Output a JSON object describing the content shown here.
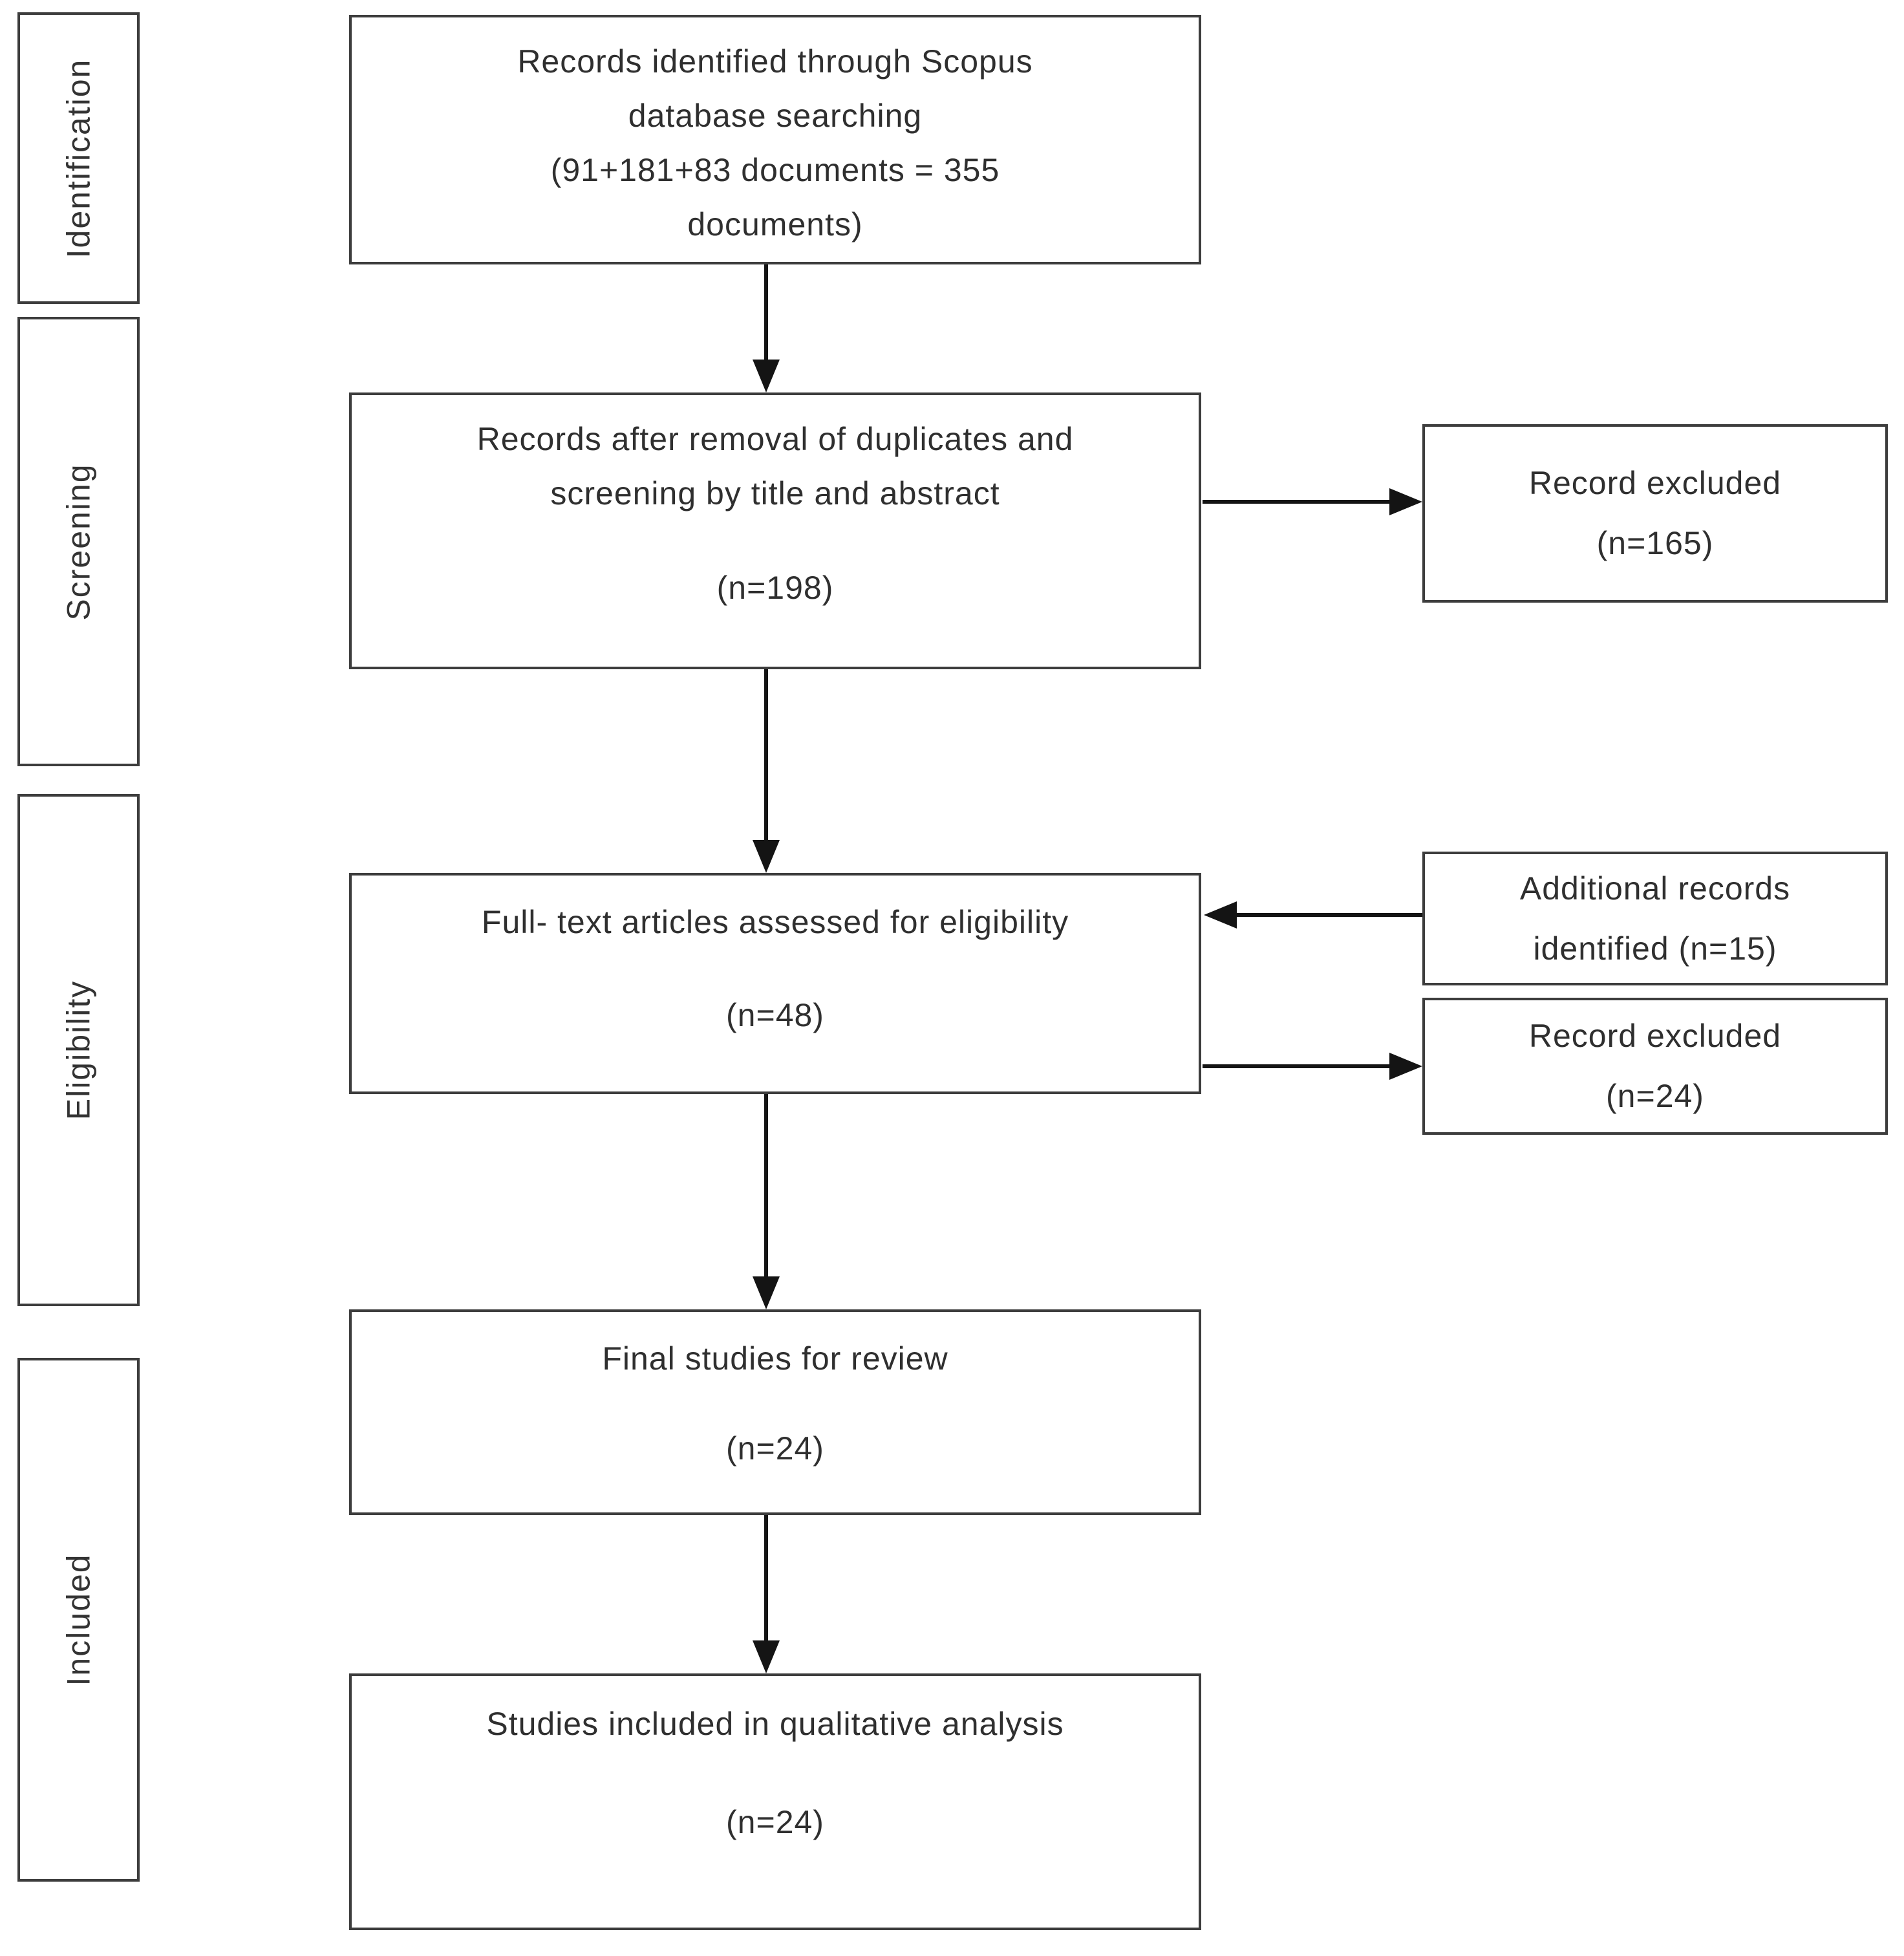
{
  "stages": [
    {
      "label": "Identification"
    },
    {
      "label": "Screening"
    },
    {
      "label": "Eligibility"
    },
    {
      "label": "Included"
    }
  ],
  "flow_boxes": {
    "identified": {
      "lines": [
        "Records identified through Scopus",
        "database searching",
        "(91+181+83 documents = 355",
        "documents)"
      ]
    },
    "screened": {
      "title_lines": [
        "Records after removal of duplicates and",
        "screening by title and abstract"
      ],
      "count": "(n=198)"
    },
    "fulltext": {
      "title": "Full- text articles assessed for eligibility",
      "count": "(n=48)"
    },
    "final": {
      "title": "Final studies for review",
      "count": "(n=24)"
    },
    "included": {
      "title": "Studies included in qualitative analysis",
      "count": "(n=24)"
    }
  },
  "side_boxes": {
    "excluded_screening": {
      "line1": "Record excluded",
      "line2": "(n=165)"
    },
    "additional_records": {
      "line1": "Additional records",
      "line2": "identified (n=15)"
    },
    "excluded_eligibility": {
      "line1": "Record excluded",
      "line2": "(n=24)"
    }
  },
  "colors": {
    "box_border": "#3d3d3d",
    "text": "#2f2f2f",
    "arrow": "#141414",
    "background": "#ffffff"
  }
}
